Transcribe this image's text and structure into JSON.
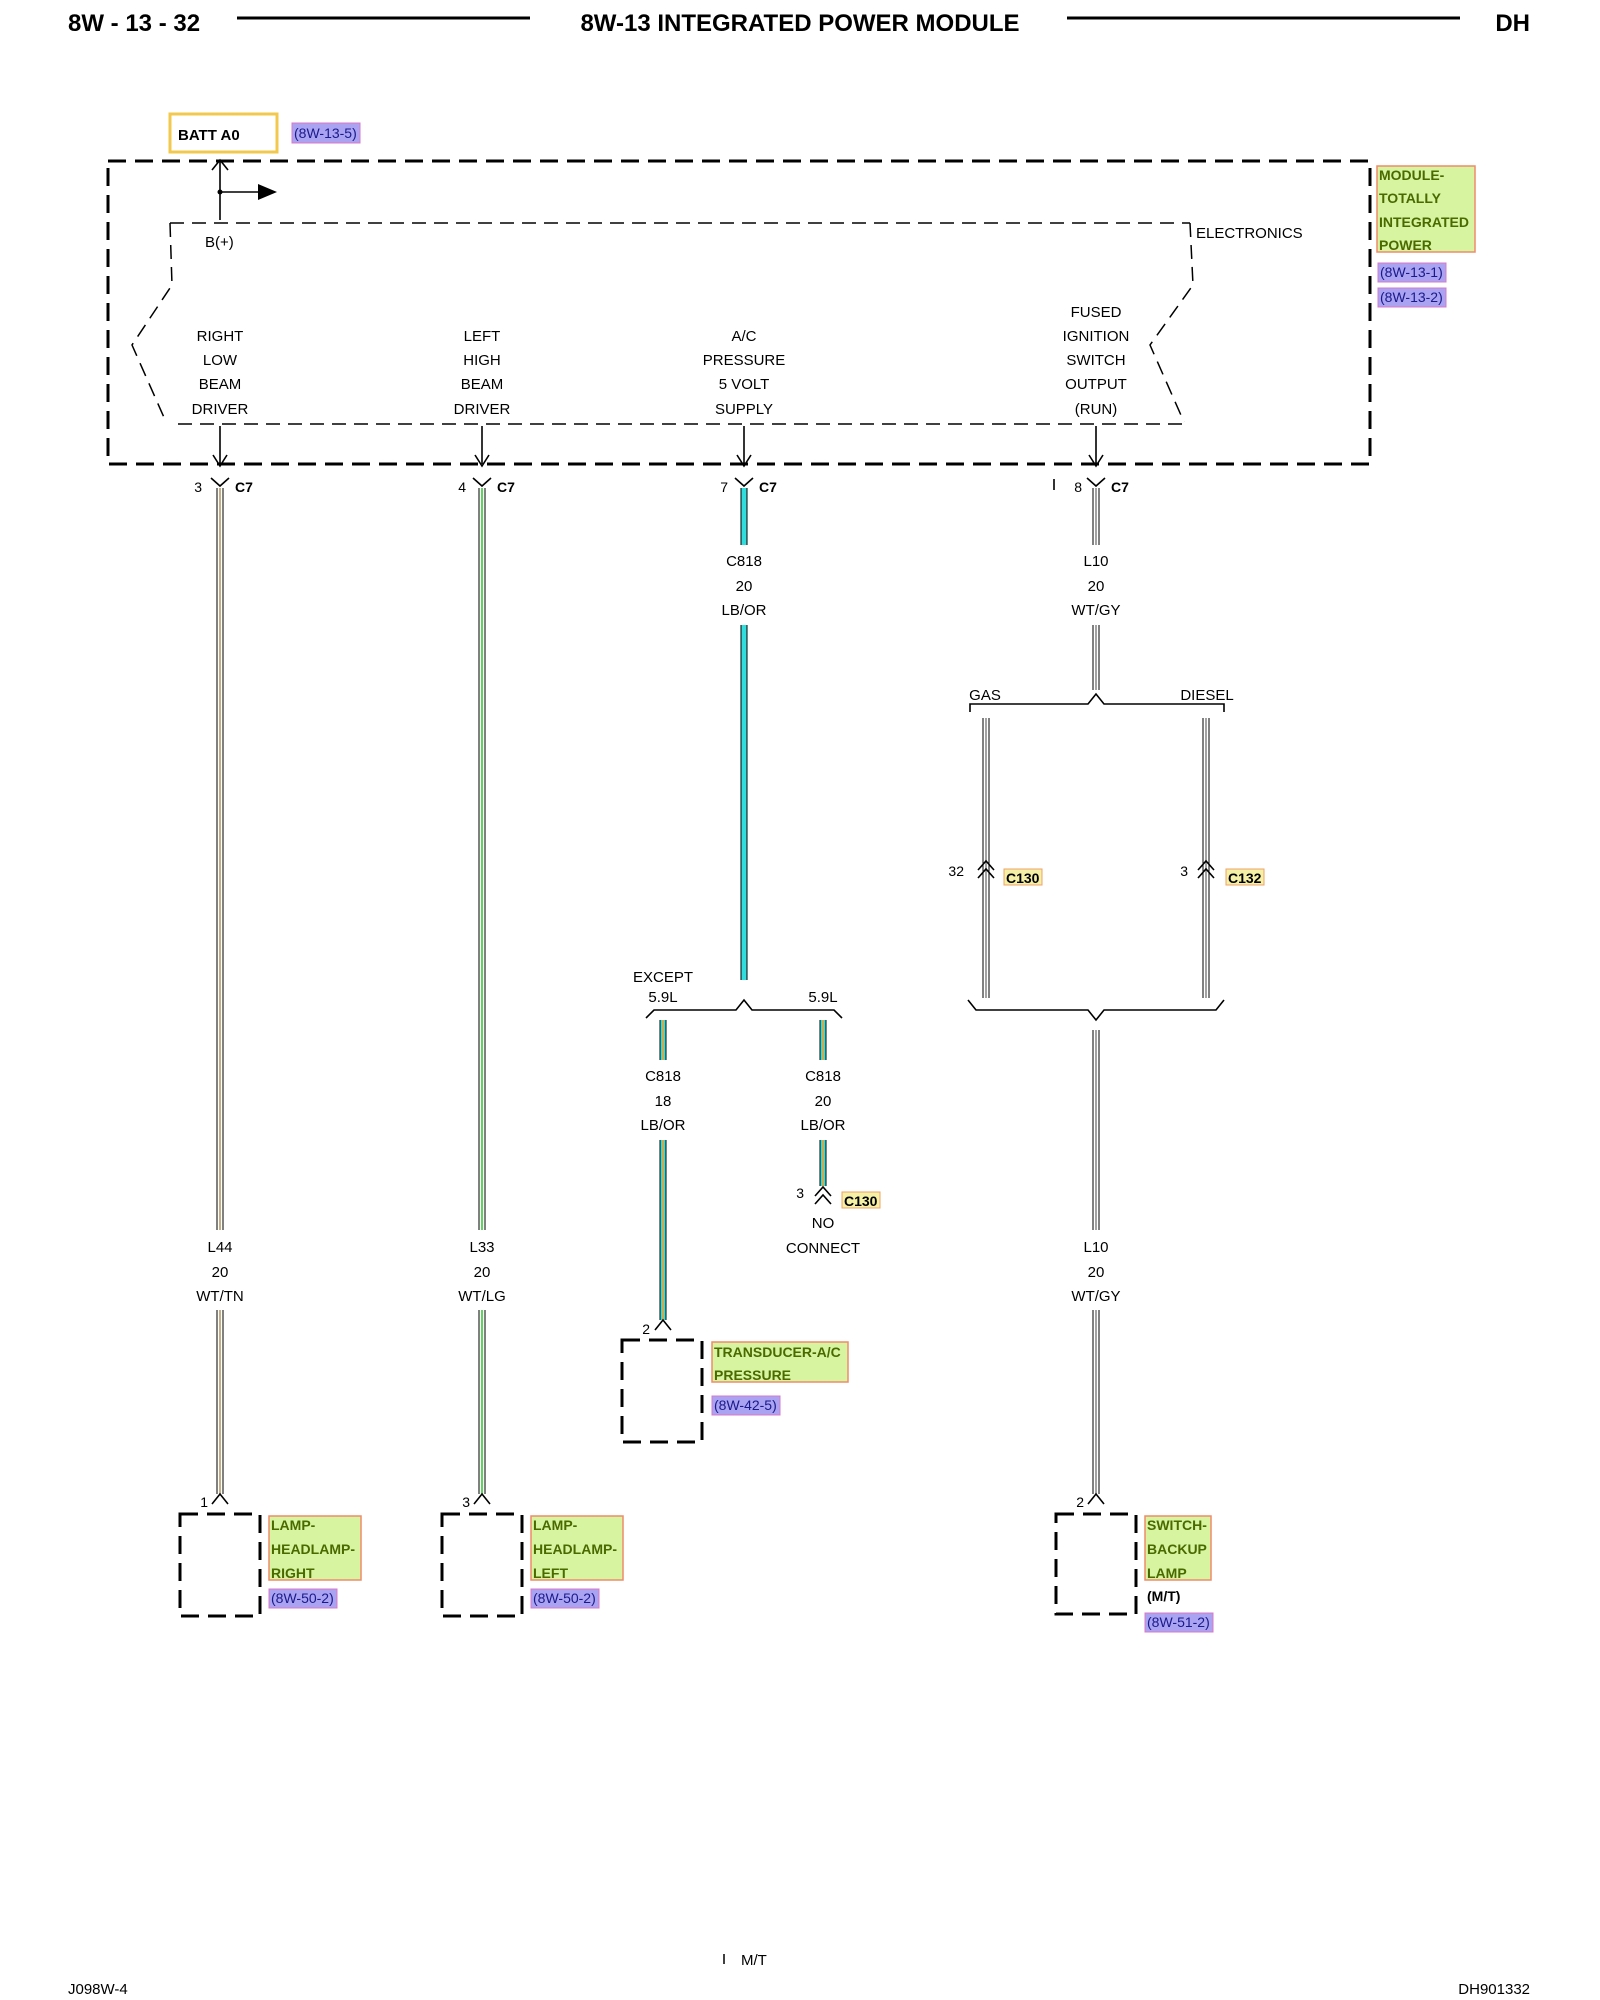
{
  "header": {
    "left": "8W - 13 - 32",
    "title": "8W-13 INTEGRATED POWER MODULE",
    "right": "DH"
  },
  "footer": {
    "left": "J098W-4",
    "center": "M/T",
    "right": "DH901332"
  },
  "batt": {
    "label": "BATT A0",
    "ref": "(8W-13-5)"
  },
  "module": {
    "name_lines": [
      "MODULE-",
      "TOTALLY",
      "INTEGRATED",
      "POWER"
    ],
    "refs": [
      "(8W-13-1)",
      "(8W-13-2)"
    ],
    "electronics_label": "ELECTRONICS",
    "bplus_label": "B(+)"
  },
  "outputs": [
    {
      "lines": [
        "RIGHT",
        "LOW",
        "BEAM",
        "DRIVER"
      ],
      "pin": "3",
      "connector": "C7"
    },
    {
      "lines": [
        "LEFT",
        "HIGH",
        "BEAM",
        "DRIVER"
      ],
      "pin": "4",
      "connector": "C7"
    },
    {
      "lines": [
        "A/C",
        "PRESSURE",
        "5 VOLT",
        "SUPPLY"
      ],
      "pin": "7",
      "connector": "C7"
    },
    {
      "lines": [
        "FUSED",
        "IGNITION",
        "SWITCH",
        "OUTPUT",
        "(RUN)"
      ],
      "pin": "8",
      "connector": "C7"
    }
  ],
  "wires": {
    "l44": {
      "circuit": "L44",
      "gauge": "20",
      "color": "WT/TN"
    },
    "l33": {
      "circuit": "L33",
      "gauge": "20",
      "color": "WT/LG"
    },
    "c818_top": {
      "circuit": "C818",
      "gauge": "20",
      "color": "LB/OR"
    },
    "l10_top": {
      "circuit": "L10",
      "gauge": "20",
      "color": "WT/GY"
    },
    "c818_except": {
      "circuit": "C818",
      "gauge": "18",
      "color": "LB/OR"
    },
    "c818_59": {
      "circuit": "C818",
      "gauge": "20",
      "color": "LB/OR"
    },
    "l10_bottom": {
      "circuit": "L10",
      "gauge": "20",
      "color": "WT/GY"
    }
  },
  "splits": {
    "gas": "GAS",
    "diesel": "DIESEL",
    "except_line1": "EXCEPT",
    "except_line2": "5.9L",
    "v59": "5.9L"
  },
  "inline_connectors": {
    "c130_gas": {
      "pin": "32",
      "name": "C130"
    },
    "c132_diesel": {
      "pin": "3",
      "name": "C132"
    },
    "c130_noconnect": {
      "pin": "3",
      "name": "C130"
    }
  },
  "no_connect": [
    "NO",
    "CONNECT"
  ],
  "components": {
    "transducer": {
      "pin": "2",
      "name_lines": [
        "TRANSDUCER-A/C",
        "PRESSURE"
      ],
      "ref": "(8W-42-5)"
    },
    "lamp_right": {
      "pin": "1",
      "name_lines": [
        "LAMP-",
        "HEADLAMP-",
        "RIGHT"
      ],
      "ref": "(8W-50-2)"
    },
    "lamp_left": {
      "pin": "3",
      "name_lines": [
        "LAMP-",
        "HEADLAMP-",
        "LEFT"
      ],
      "ref": "(8W-50-2)"
    },
    "switch_backup": {
      "pin": "2",
      "name_lines": [
        "SWITCH-",
        "BACKUP",
        "LAMP"
      ],
      "qualifier": "(M/T)",
      "ref": "(8W-51-2)"
    }
  },
  "colors": {
    "wire_white": "#ffffff",
    "tan": "#b89a66",
    "light_green": "#33cc33",
    "light_blue": "#33dddd",
    "orange": "#f0a030",
    "gray": "#8a8a8a",
    "highlight_fill": "#d7f5a0",
    "ref_fill": "#a9a3f2"
  }
}
